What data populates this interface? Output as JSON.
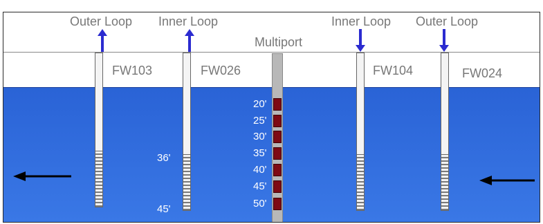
{
  "top_caption": "... ... ...",
  "multiport_label": "Multiport",
  "wells": [
    {
      "id": "FW103",
      "loop": "Outer Loop",
      "arrow": "up"
    },
    {
      "id": "FW026",
      "loop": "Inner Loop",
      "arrow": "up"
    },
    {
      "id": "FW104",
      "loop": "Inner Loop",
      "arrow": "down"
    },
    {
      "id": "FW024",
      "loop": "Outer Loop",
      "arrow": "down"
    }
  ],
  "screen_depths": {
    "top": "36'",
    "bottom": "45'"
  },
  "multiport_ports": [
    "20'",
    "25'",
    "30'",
    "35'",
    "40'",
    "45'",
    "50'"
  ],
  "colors": {
    "water": "#2f6fe0",
    "arrow": "#2b2bd0",
    "port": "#7e0a14"
  },
  "flow_direction": "right-to-left"
}
